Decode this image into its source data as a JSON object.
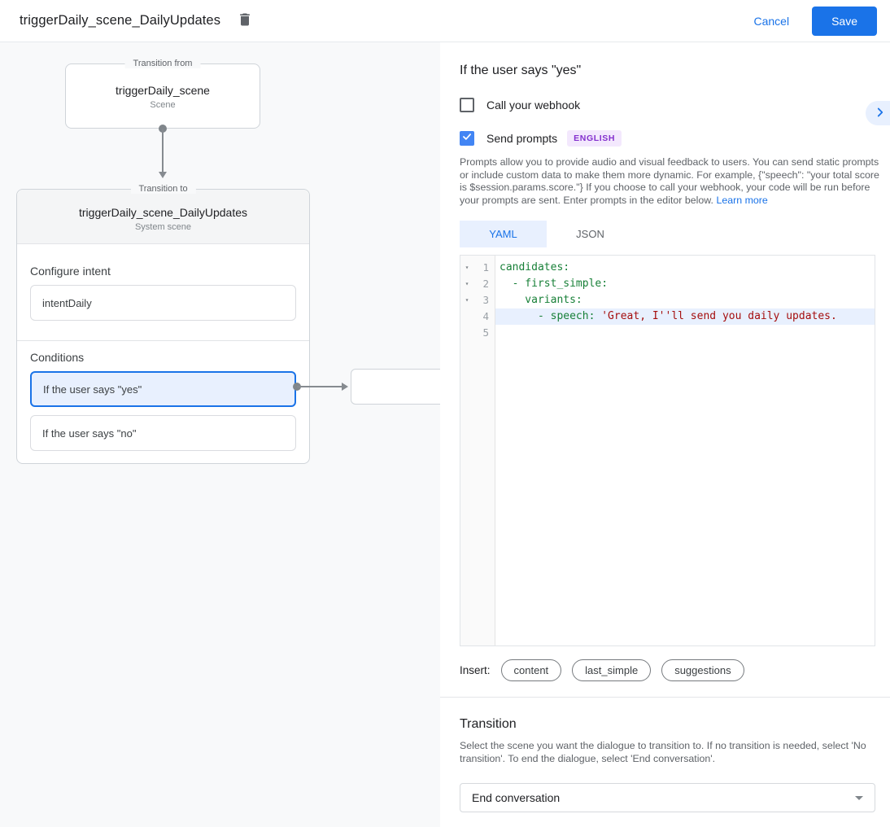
{
  "header": {
    "title": "triggerDaily_scene_DailyUpdates",
    "cancel_label": "Cancel",
    "save_label": "Save"
  },
  "accent_colors": {
    "primary_blue": "#1a73e8",
    "selection_blue": "#e8f0fe",
    "checkbox_blue": "#4285f4",
    "badge_purple": "#8430ce"
  },
  "diagram": {
    "from_card": {
      "legend": "Transition from",
      "title": "triggerDaily_scene",
      "subtitle": "Scene"
    },
    "to_card": {
      "legend": "Transition to",
      "title": "triggerDaily_scene_DailyUpdates",
      "subtitle": "System scene",
      "intent_section": {
        "label": "Configure intent",
        "value": "intentDaily"
      },
      "conditions_section": {
        "label": "Conditions",
        "items": [
          {
            "label": "If the user says \"yes\"",
            "selected": true
          },
          {
            "label": "If the user says \"no\"",
            "selected": false
          }
        ]
      }
    }
  },
  "panel": {
    "title": "If the user says \"yes\"",
    "collapse_icon": "chevron-right-icon",
    "webhook": {
      "label": "Call your webhook",
      "checked": false
    },
    "prompts": {
      "label": "Send prompts",
      "checked": true,
      "badge": "ENGLISH"
    },
    "description": "Prompts allow you to provide audio and visual feedback to users. You can send static prompts or include custom data to make them more dynamic. For example, {\"speech\": \"your total score is $session.params.score.\"} If you choose to call your webhook, your code will be run before your prompts are sent. Enter prompts in the editor below.",
    "learn_more": "Learn more",
    "tabs": [
      {
        "label": "YAML",
        "active": true
      },
      {
        "label": "JSON",
        "active": false
      }
    ],
    "editor": {
      "lines": [
        {
          "num": "1",
          "fold": true,
          "highlight": false,
          "segments": [
            {
              "text": "candidates:",
              "type": "key"
            }
          ]
        },
        {
          "num": "2",
          "fold": true,
          "highlight": false,
          "segments": [
            {
              "text": "  - first_simple:",
              "type": "key"
            }
          ]
        },
        {
          "num": "3",
          "fold": true,
          "highlight": false,
          "segments": [
            {
              "text": "    variants:",
              "type": "key"
            }
          ]
        },
        {
          "num": "4",
          "fold": false,
          "highlight": true,
          "segments": [
            {
              "text": "      - speech: ",
              "type": "key"
            },
            {
              "text": "'Great, I''ll send you daily updates.",
              "type": "string"
            }
          ]
        },
        {
          "num": "5",
          "fold": false,
          "highlight": false,
          "segments": []
        }
      ]
    },
    "insert": {
      "label": "Insert:",
      "chips": [
        "content",
        "last_simple",
        "suggestions"
      ]
    },
    "transition": {
      "title": "Transition",
      "description": "Select the scene you want the dialogue to transition to. If no transition is needed, select 'No transition'. To end the dialogue, select 'End conversation'.",
      "value": "End conversation"
    }
  }
}
